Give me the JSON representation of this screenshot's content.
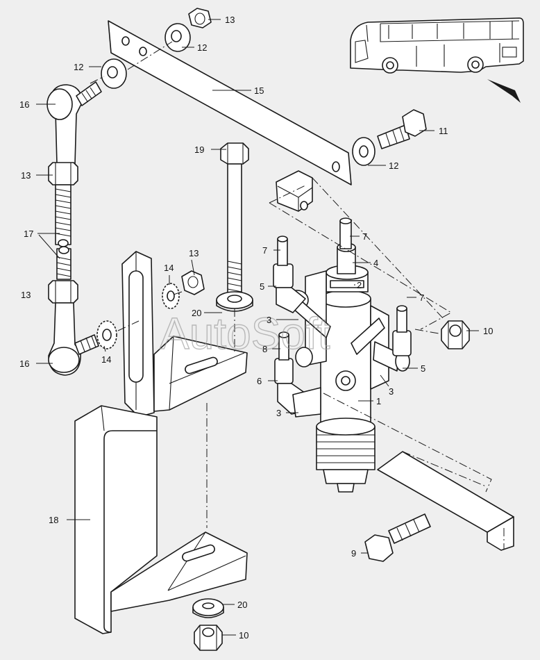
{
  "watermark": "AutoSoft",
  "icons": {
    "vehicle": "coach-bus-icon",
    "direction": "direction-arrow-icon"
  },
  "callouts": [
    {
      "id": "c13a",
      "text": "13"
    },
    {
      "id": "c12a",
      "text": "12"
    },
    {
      "id": "c12b",
      "text": "12"
    },
    {
      "id": "c16a",
      "text": "16"
    },
    {
      "id": "c15",
      "text": "15"
    },
    {
      "id": "c11",
      "text": "11"
    },
    {
      "id": "c12c",
      "text": "12"
    },
    {
      "id": "c19",
      "text": "19"
    },
    {
      "id": "c13b",
      "text": "13"
    },
    {
      "id": "c17",
      "text": "17"
    },
    {
      "id": "c7a",
      "text": "7"
    },
    {
      "id": "c7b",
      "text": "7"
    },
    {
      "id": "c4",
      "text": "4"
    },
    {
      "id": "c2",
      "text": "2"
    },
    {
      "id": "c5a",
      "text": "5"
    },
    {
      "id": "c13c",
      "text": "13"
    },
    {
      "id": "c14a",
      "text": "14"
    },
    {
      "id": "c13d",
      "text": "13"
    },
    {
      "id": "c20a",
      "text": "20"
    },
    {
      "id": "c3a",
      "text": "3"
    },
    {
      "id": "c7c",
      "text": "7"
    },
    {
      "id": "c10a",
      "text": "10"
    },
    {
      "id": "c8",
      "text": "8"
    },
    {
      "id": "c14b",
      "text": "14"
    },
    {
      "id": "c16b",
      "text": "16"
    },
    {
      "id": "c5b",
      "text": "5"
    },
    {
      "id": "c6",
      "text": "6"
    },
    {
      "id": "c3b",
      "text": "3"
    },
    {
      "id": "c1",
      "text": "1"
    },
    {
      "id": "c3c",
      "text": "3"
    },
    {
      "id": "c18",
      "text": "18"
    },
    {
      "id": "c9",
      "text": "9"
    },
    {
      "id": "c20b",
      "text": "20"
    },
    {
      "id": "c10b",
      "text": "10"
    }
  ]
}
